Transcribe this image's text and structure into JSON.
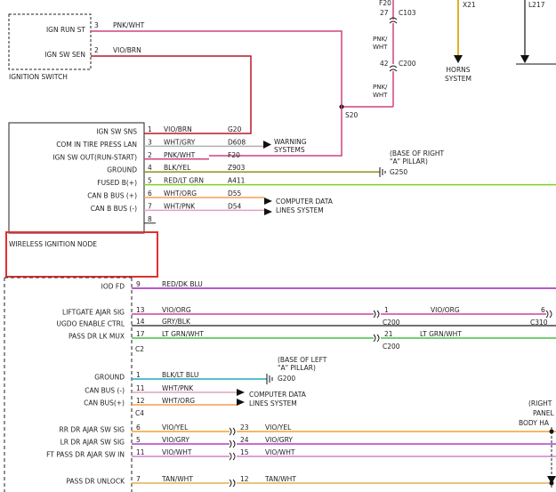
{
  "top": {
    "f20": "F20",
    "c103_pin": "27",
    "c103": "C103",
    "c200_pin": "42",
    "c200": "C200",
    "x21": "X21",
    "l217": "L217",
    "horns": [
      "HORNS",
      "SYSTEM"
    ],
    "wire_pnkwht_top": [
      "PNK/",
      "WHT"
    ],
    "wire_pnkwht_bot": [
      "PNK/",
      "WHT"
    ],
    "s20": "S20"
  },
  "ignition_switch": {
    "label": "IGNITION SWITCH",
    "pin_ign_run": "IGN RUN ST",
    "pin_ign_sw_sen": "IGN SW SEN",
    "pin3": "3",
    "pin2": "2",
    "wire3": "PNK/WHT",
    "wire2": "VIO/BRN"
  },
  "module": {
    "label": "WIRELESS IGNITION NODE",
    "pins": [
      {
        "name": "IGN SW SNS",
        "num": "1",
        "wire": "VIO/BRN",
        "circuit": "G20"
      },
      {
        "name": "COM IN TIRE PRESS LAN",
        "num": "3",
        "wire": "WHT/GRY",
        "circuit": "D608"
      },
      {
        "name": "IGN SW OUT(RUN-START)",
        "num": "2",
        "wire": "PNK/WHT",
        "circuit": "F20"
      },
      {
        "name": "GROUND",
        "num": "4",
        "wire": "BLK/YEL",
        "circuit": "Z903"
      },
      {
        "name": "FUSED B(+)",
        "num": "5",
        "wire": "RED/LT GRN",
        "circuit": "A411"
      },
      {
        "name": "CAN B BUS (+)",
        "num": "6",
        "wire": "WHT/ORG",
        "circuit": "D55"
      },
      {
        "name": "CAN B BUS (-)",
        "num": "7",
        "wire": "WHT/PNK",
        "circuit": "D54"
      },
      {
        "name": "",
        "num": "8",
        "wire": "",
        "circuit": ""
      }
    ],
    "warning": [
      "WARNING",
      "SYSTEMS"
    ],
    "computer": [
      "COMPUTER DATA",
      "LINES SYSTEM"
    ],
    "ground_note": [
      "(BASE OF RIGHT",
      "\"A\" PILLAR)"
    ],
    "g250": "G250"
  },
  "lower": {
    "c2": "C2",
    "c4": "C4",
    "rows_c2": [
      {
        "name": "IOD FD",
        "num": "9",
        "wire": "RED/DK BLU"
      },
      {
        "name": "LIFTGATE AJAR SIG",
        "num": "13",
        "wire": "VIO/ORG",
        "conn_pin": "1",
        "conn_wire": "VIO/ORG",
        "conn": "C200",
        "end_pin": "6",
        "end_conn": "C310"
      },
      {
        "name": "UGDO ENABLE CTRL",
        "num": "14",
        "wire": "GRY/BLK"
      },
      {
        "name": "PASS DR LK MUX",
        "num": "17",
        "wire": "LT GRN/WHT",
        "conn_pin": "21",
        "conn_wire": "LT GRN/WHT",
        "conn": "C200"
      }
    ],
    "ground_note": [
      "(BASE OF LEFT",
      "\"A\" PILLAR)"
    ],
    "g200": "G200",
    "rows_c4": [
      {
        "name": "GROUND",
        "num": "1",
        "wire": "BLK/LT BLU"
      },
      {
        "name": "CAN BUS (-)",
        "num": "11",
        "wire": "WHT/PNK"
      },
      {
        "name": "CAN BUS(+)",
        "num": "12",
        "wire": "WHT/ORG"
      }
    ],
    "computer": [
      "COMPUTER DATA",
      "LINES SYSTEM"
    ],
    "rows_door": [
      {
        "name": "RR DR AJAR SW SIG",
        "num": "6",
        "wire": "VIO/YEL",
        "conn_pin": "23",
        "conn_wire": "VIO/YEL"
      },
      {
        "name": "LR DR AJAR SW SIG",
        "num": "5",
        "wire": "VIO/GRY",
        "conn_pin": "24",
        "conn_wire": "VIO/GRY"
      },
      {
        "name": "FT PASS DR AJAR SW IN",
        "num": "11",
        "wire": "VIO/WHT",
        "conn_pin": "15",
        "conn_wire": "VIO/WHT"
      },
      {
        "name": "PASS DR UNLOCK",
        "num": "7",
        "wire": "TAN/WHT",
        "conn_pin": "12",
        "conn_wire": "TAN/WHT"
      }
    ],
    "right_note": [
      "(RIGHT",
      "PANEL",
      "BODY HA"
    ]
  },
  "colors": {
    "pnkwht": "#d0427e",
    "viobrn": "#b5182a",
    "whtgry": "#b0b0b0",
    "blkyel": "#90901a",
    "redltgrn": "#7ed321",
    "whtorg": "#f0a050",
    "whtpnk": "#e0a0c0",
    "reddkblu": "#a020c0",
    "vioorg": "#d040a0",
    "gryblk": "#444444",
    "ltgrnwht": "#44c244",
    "blkltblu": "#20a8c0",
    "vioyel": "#f0a030",
    "viogry": "#b040c0",
    "viowht": "#d080d0",
    "tanwht": "#e0b050",
    "horn": "#e0b020",
    "highlight": "#e03030"
  }
}
